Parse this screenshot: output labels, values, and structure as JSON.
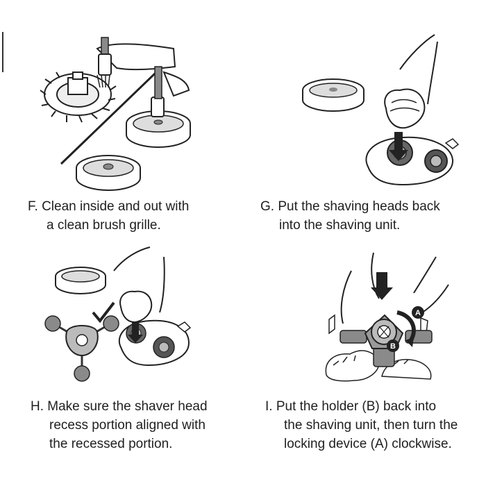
{
  "steps": [
    {
      "id": "F",
      "marker": "F.",
      "lines": [
        "Clean inside and out with",
        "a clean brush grille."
      ]
    },
    {
      "id": "G",
      "marker": "G.",
      "lines": [
        "Put the shaving heads back",
        "into the shaving unit."
      ]
    },
    {
      "id": "H",
      "marker": "H.",
      "lines": [
        "Make sure the shaver head",
        "recess portion aligned with",
        "the recessed portion."
      ]
    },
    {
      "id": "I",
      "marker": "I.",
      "lines": [
        "Put the holder (B) back into",
        "the shaving unit, then turn the",
        "locking device (A) clockwise."
      ]
    }
  ],
  "labels": {
    "lock": "A",
    "holder": "B"
  },
  "colors": {
    "ink": "#222222",
    "part_gray": "#8a8a8a",
    "part_light": "#cfcfcf",
    "part_dark": "#555555"
  }
}
